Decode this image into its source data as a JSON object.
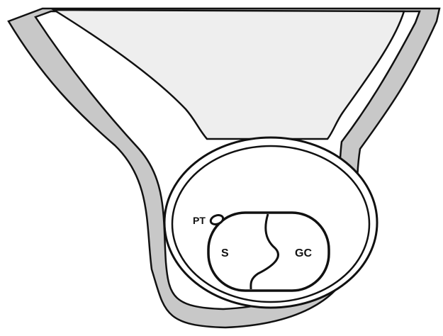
{
  "labels": {
    "pt": "PT",
    "s": "S",
    "gc": "GC"
  },
  "colors": {
    "outer_gray": "#c8c8c8",
    "inner_light": "#eeeeee",
    "white": "#ffffff",
    "stroke": "#111111"
  }
}
